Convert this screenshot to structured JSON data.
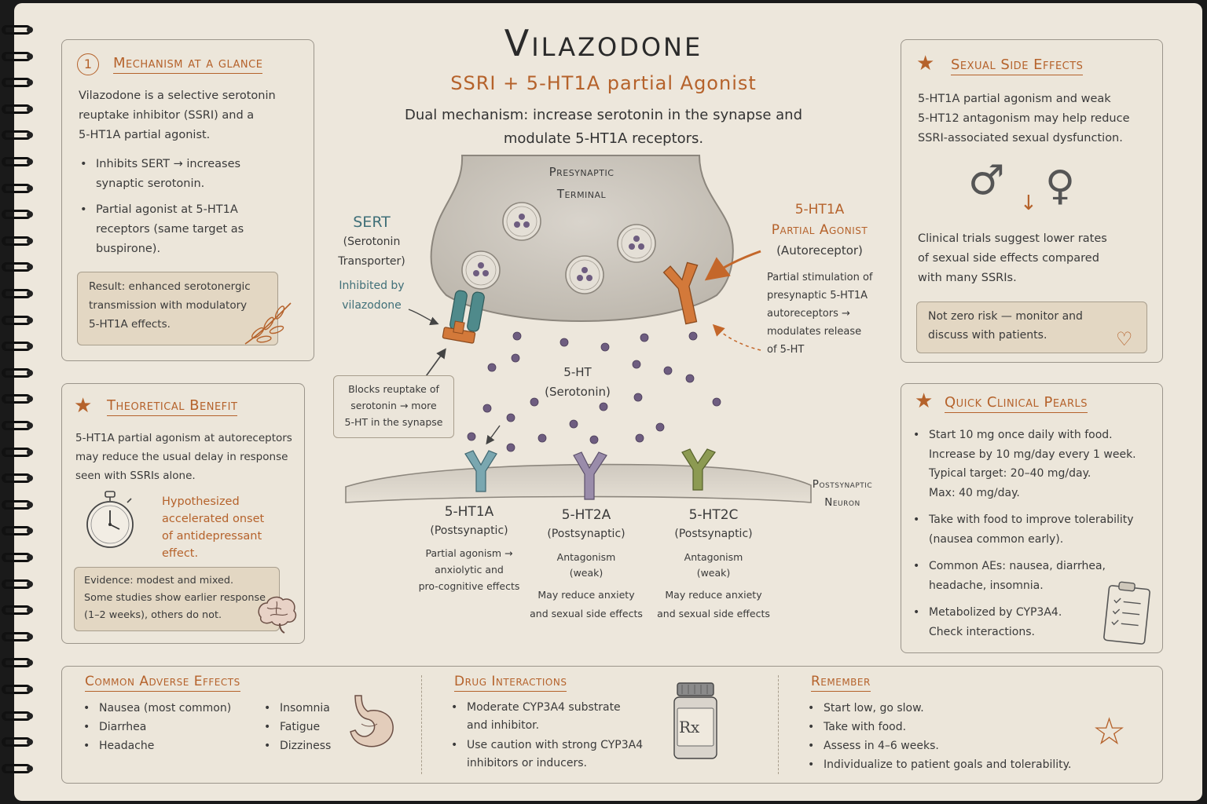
{
  "title": "Vilazodone",
  "subtitle": "SSRI + 5-HT1A partial Agonist",
  "tagline": {
    "line1": "Dual mechanism: increase serotonin in the synapse and",
    "line2": "modulate 5-HT1A receptors."
  },
  "mechanism": {
    "number": "1",
    "header": "Mechanism at a glance",
    "intro": [
      "Vilazodone is a selective serotonin",
      "reuptake inhibitor (SSRI) and a",
      "5-HT1A partial agonist."
    ],
    "bullets": [
      {
        "l1": "Inhibits SERT → increases",
        "l2": "synaptic serotonin."
      },
      {
        "l1": "Partial agonist at 5-HT1A",
        "l2": "receptors (same target as",
        "l3": "buspirone)."
      }
    ],
    "result": [
      "Result: enhanced serotonergic",
      "transmission with modulatory",
      "5-HT1A effects."
    ]
  },
  "theoretical": {
    "header": "Theoretical Benefit",
    "text": [
      "5-HT1A partial agonism at autoreceptors",
      "may reduce the usual delay in response",
      "seen with SSRIs alone."
    ],
    "hypothesis": [
      "Hypothesized",
      "accelerated onset",
      "of antidepressant",
      "effect."
    ],
    "evidence": [
      "Evidence: modest and mixed.",
      "Some studies show earlier response",
      "(1–2 weeks), others do not."
    ]
  },
  "diagram": {
    "presynaptic": [
      "Presynaptic",
      "Terminal"
    ],
    "sert": {
      "name": "SERT",
      "full1": "(Serotonin",
      "full2": "Transporter)",
      "inh1": "Inhibited by",
      "inh2": "vilazodone"
    },
    "blocks": [
      "Blocks reuptake of",
      "serotonin → more",
      "5-HT in the synapse"
    ],
    "agonist": {
      "l1": "5-HT1A",
      "l2": "Partial Agonist",
      "l3": "(Autoreceptor)"
    },
    "agonist_desc": [
      "Partial stimulation of",
      "presynaptic 5-HT1A",
      "autoreceptors →",
      "modulates release",
      "of 5-HT"
    ],
    "serotonin": {
      "l1": "5-HT",
      "l2": "(Serotonin)"
    },
    "postsynaptic": [
      "Postsynaptic",
      "Neuron"
    ],
    "receptors": [
      {
        "name": "5-HT1A",
        "type": "(Postsynaptic)",
        "desc": [
          "Partial agonism →",
          "anxiolytic and",
          "pro-cognitive effects"
        ]
      },
      {
        "name": "5-HT2A",
        "type": "(Postsynaptic)",
        "desc": [
          "Antagonism",
          "(weak)"
        ],
        "extra": [
          "May reduce anxiety",
          "and sexual side effects"
        ]
      },
      {
        "name": "5-HT2C",
        "type": "(Postsynaptic)",
        "desc": [
          "Antagonism",
          "(weak)"
        ],
        "extra": [
          "May reduce anxiety",
          "and sexual side effects"
        ]
      }
    ]
  },
  "sexual": {
    "header": "Sexual Side Effects",
    "text": [
      "5-HT1A partial agonism and weak",
      "5-HT12 antagonism may help reduce",
      "SSRI-associated sexual dysfunction."
    ],
    "trials": [
      "Clinical trials suggest lower rates",
      "of sexual side effects compared",
      "with many SSRIs."
    ],
    "note": [
      "Not zero risk — monitor and",
      "discuss with patients."
    ]
  },
  "pearls": {
    "header": "Quick Clinical Pearls",
    "items": [
      [
        "Start 10 mg once daily with food.",
        "Increase by 10 mg/day every 1 week.",
        "Typical target: 20–40 mg/day.",
        "Max: 40 mg/day."
      ],
      [
        "Take with food to improve tolerability",
        "(nausea common early)."
      ],
      [
        "Common AEs: nausea, diarrhea,",
        "headache, insomnia."
      ],
      [
        "Metabolized by CYP3A4.",
        "Check interactions."
      ]
    ]
  },
  "adverse": {
    "header": "Common Adverse Effects",
    "col1": [
      "Nausea (most common)",
      "Diarrhea",
      "Headache"
    ],
    "col2": [
      "Insomnia",
      "Fatigue",
      "Dizziness"
    ]
  },
  "interactions": {
    "header": "Drug Interactions",
    "items": [
      [
        "Moderate CYP3A4 substrate",
        "and inhibitor."
      ],
      [
        "Use caution with strong CYP3A4",
        "inhibitors or inducers."
      ]
    ],
    "rx": "Rx"
  },
  "remember": {
    "header": "Remember",
    "items": [
      "Start low, go slow.",
      "Take with food.",
      "Assess in 4–6 weeks.",
      "Individualize to patient goals and tolerability."
    ]
  },
  "colors": {
    "accent": "#b5622b",
    "teal": "#4f8a8b",
    "purple": "#8a7a9b",
    "olive": "#7d8a45",
    "vesicle_dot": "#6e5d80"
  }
}
